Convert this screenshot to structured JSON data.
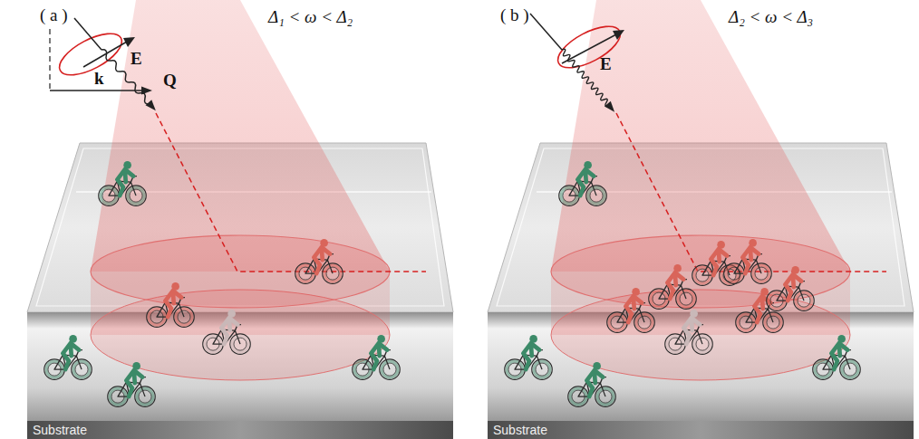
{
  "diagram": {
    "labels": [
      "( a )",
      "Δ₁ < ω < Δ₂",
      "E",
      "Q",
      "k",
      "Substrate",
      "( b )",
      "Δ₂ < ω < Δ₃",
      "E",
      "Substrate"
    ]
  }
}
